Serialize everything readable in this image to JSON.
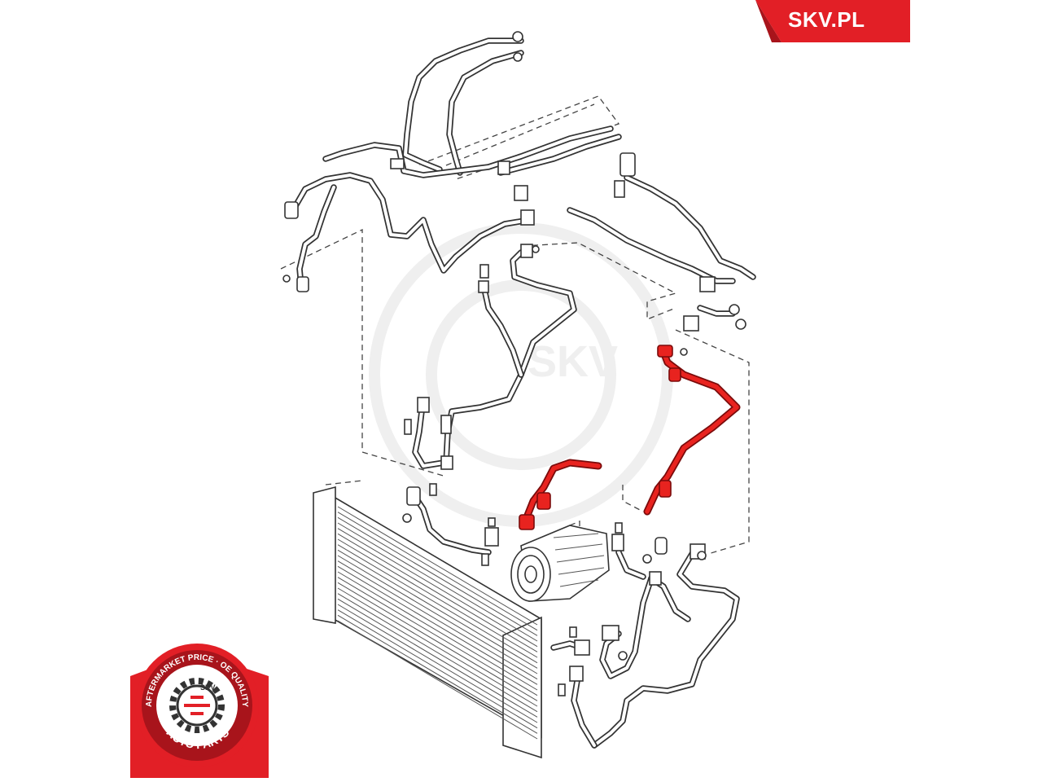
{
  "brand": {
    "site_label": "SKV.PL",
    "color_red": "#e21f26",
    "color_dark_red": "#a8141b"
  },
  "badge": {
    "top_arc_text": "AFTERMARKET PRICE · OE QUALITY",
    "bottom_arc_text": "AUTO PARTS",
    "center_text": "SKV"
  },
  "watermark": {
    "text": "SKV"
  },
  "diagram": {
    "highlight_color": "#e8231f",
    "line_color": "#3a3a3a",
    "highlighted_part": "red-refrigerant-hose"
  }
}
